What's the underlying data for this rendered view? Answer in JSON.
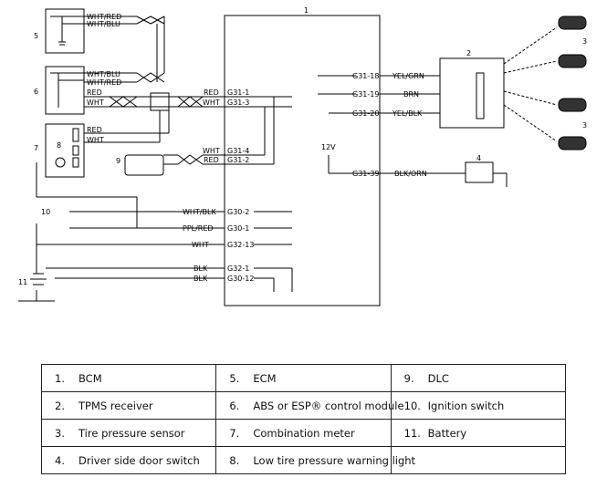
{
  "components": {
    "c1": "1",
    "c2": "2",
    "c3a": "3",
    "c3b": "3",
    "c4": "4",
    "c5": "5",
    "c6": "6",
    "c7": "7",
    "c8": "8",
    "c9": "9",
    "c10": "10",
    "c11": "11"
  },
  "wires": {
    "m5_top": "WHT/RED",
    "m5_bot": "WHT/BLU",
    "m6_1": "WHT/BLU",
    "m6_2": "WHT/RED",
    "m6_3": "RED",
    "m6_4": "WHT",
    "m7_red": "RED",
    "m7_wht": "WHT",
    "bcm_red": "RED",
    "bcm_wht": "WHT",
    "g31_1": "G31-1",
    "g31_3": "G31-3",
    "dlc_wht": "WHT",
    "dlc_red": "RED",
    "g31_4": "G31-4",
    "g31_2": "G31-2",
    "ign1": "WHT/BLK",
    "g30_2": "G30-2",
    "ign2": "PPL/RED",
    "g30_1": "G30-1",
    "ign3": "WHT",
    "g32_13": "G32-13",
    "gnd1": "BLK",
    "g32_1": "G32-1",
    "gnd2": "BLK",
    "g30_12": "G30-12",
    "g31_18": "G31-18",
    "yel_grn": "YEL/GRN",
    "g31_19": "G31-19",
    "brn": "BRN",
    "g31_20": "G31-20",
    "yel_blk": "YEL/BLK",
    "v12": "12V",
    "g31_39": "G31-39",
    "blk_orn": "BLK/ORN"
  },
  "legend": [
    [
      {
        "num": "1.",
        "text": "BCM"
      },
      {
        "num": "5.",
        "text": "ECM"
      },
      {
        "num": "9.",
        "text": "DLC"
      }
    ],
    [
      {
        "num": "2.",
        "text": "TPMS receiver"
      },
      {
        "num": "6.",
        "text": "ABS or ESP® control module"
      },
      {
        "num": "10.",
        "text": "Ignition switch"
      }
    ],
    [
      {
        "num": "3.",
        "text": "Tire pressure sensor"
      },
      {
        "num": "7.",
        "text": "Combination meter"
      },
      {
        "num": "11.",
        "text": "Battery"
      }
    ],
    [
      {
        "num": "4.",
        "text": "Driver side door switch"
      },
      {
        "num": "8.",
        "text": "Low tire pressure warning light"
      },
      {
        "num": "",
        "text": ""
      }
    ]
  ]
}
